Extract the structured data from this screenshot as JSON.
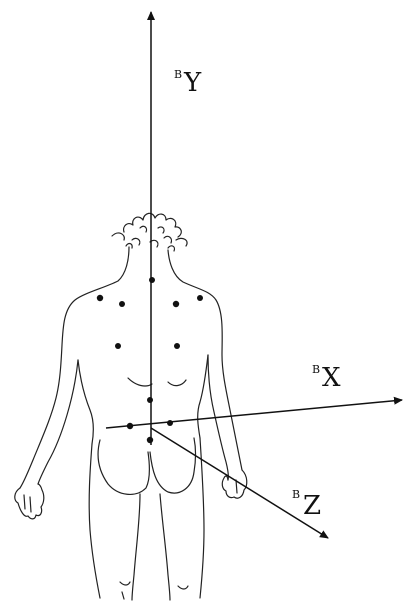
{
  "axes": {
    "y": {
      "superscript": "B",
      "letter": "Y"
    },
    "x": {
      "superscript": "B",
      "letter": "X"
    },
    "z": {
      "superscript": "B",
      "letter": "Z"
    }
  },
  "colors": {
    "line": "#111111",
    "marker": "#111111",
    "background": "#ffffff"
  }
}
